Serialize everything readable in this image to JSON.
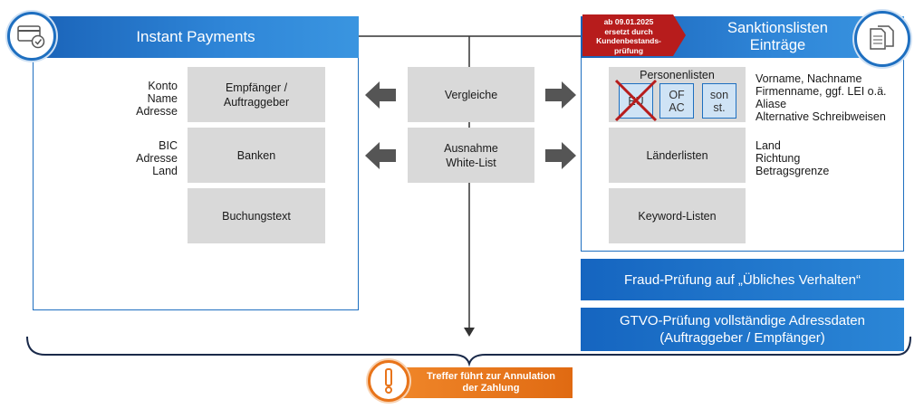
{
  "left_panel": {
    "title": "Instant Payments",
    "labels_group1": [
      "Konto",
      "Name",
      "Adresse"
    ],
    "labels_group2": [
      "BIC",
      "Adresse",
      "Land"
    ],
    "boxes": [
      "Empfänger / Auftraggeber",
      "Banken",
      "Buchungstext"
    ]
  },
  "middle": {
    "box1": "Vergleiche",
    "box2": "Ausnahme White-List"
  },
  "right_panel": {
    "title_line1": "Sanktionslisten",
    "title_line2": "Einträge",
    "notice": [
      "ab 09.01.2025",
      "ersetzt durch",
      "Kundenbestands-",
      "prüfung"
    ],
    "personenlisten_title": "Personenlisten",
    "docs": [
      "EU",
      "OF AC",
      "son st."
    ],
    "laenderlisten": "Länderlisten",
    "keyword_listen": "Keyword-Listen",
    "person_attrs": [
      "Vorname, Nachname",
      "Firmenname, ggf. LEI o.ä.",
      "Aliase",
      "Alternative Schreibweisen"
    ],
    "land_attrs": [
      "Land",
      "Richtung",
      "Betragsgrenze"
    ]
  },
  "bars": {
    "fraud": "Fraud-Prüfung auf „Übliches Verhalten“",
    "gtvo_line1": "GTVO-Prüfung vollständige Adressdaten",
    "gtvo_line2": "(Auftraggeber / Empfänger)"
  },
  "result": {
    "line1": "Treffer führt zur Annulation",
    "line2": "der Zahlung"
  },
  "colors": {
    "primary_blue": "#1e6fc0",
    "notice_red": "#b71c1c",
    "result_orange": "#e8741a",
    "gray_box": "#d9d9d9",
    "arrow_gray": "#555555"
  },
  "icons": [
    "card-payment-icon",
    "documents-icon",
    "warning-icon",
    "arrow-left-icon",
    "arrow-right-icon"
  ]
}
